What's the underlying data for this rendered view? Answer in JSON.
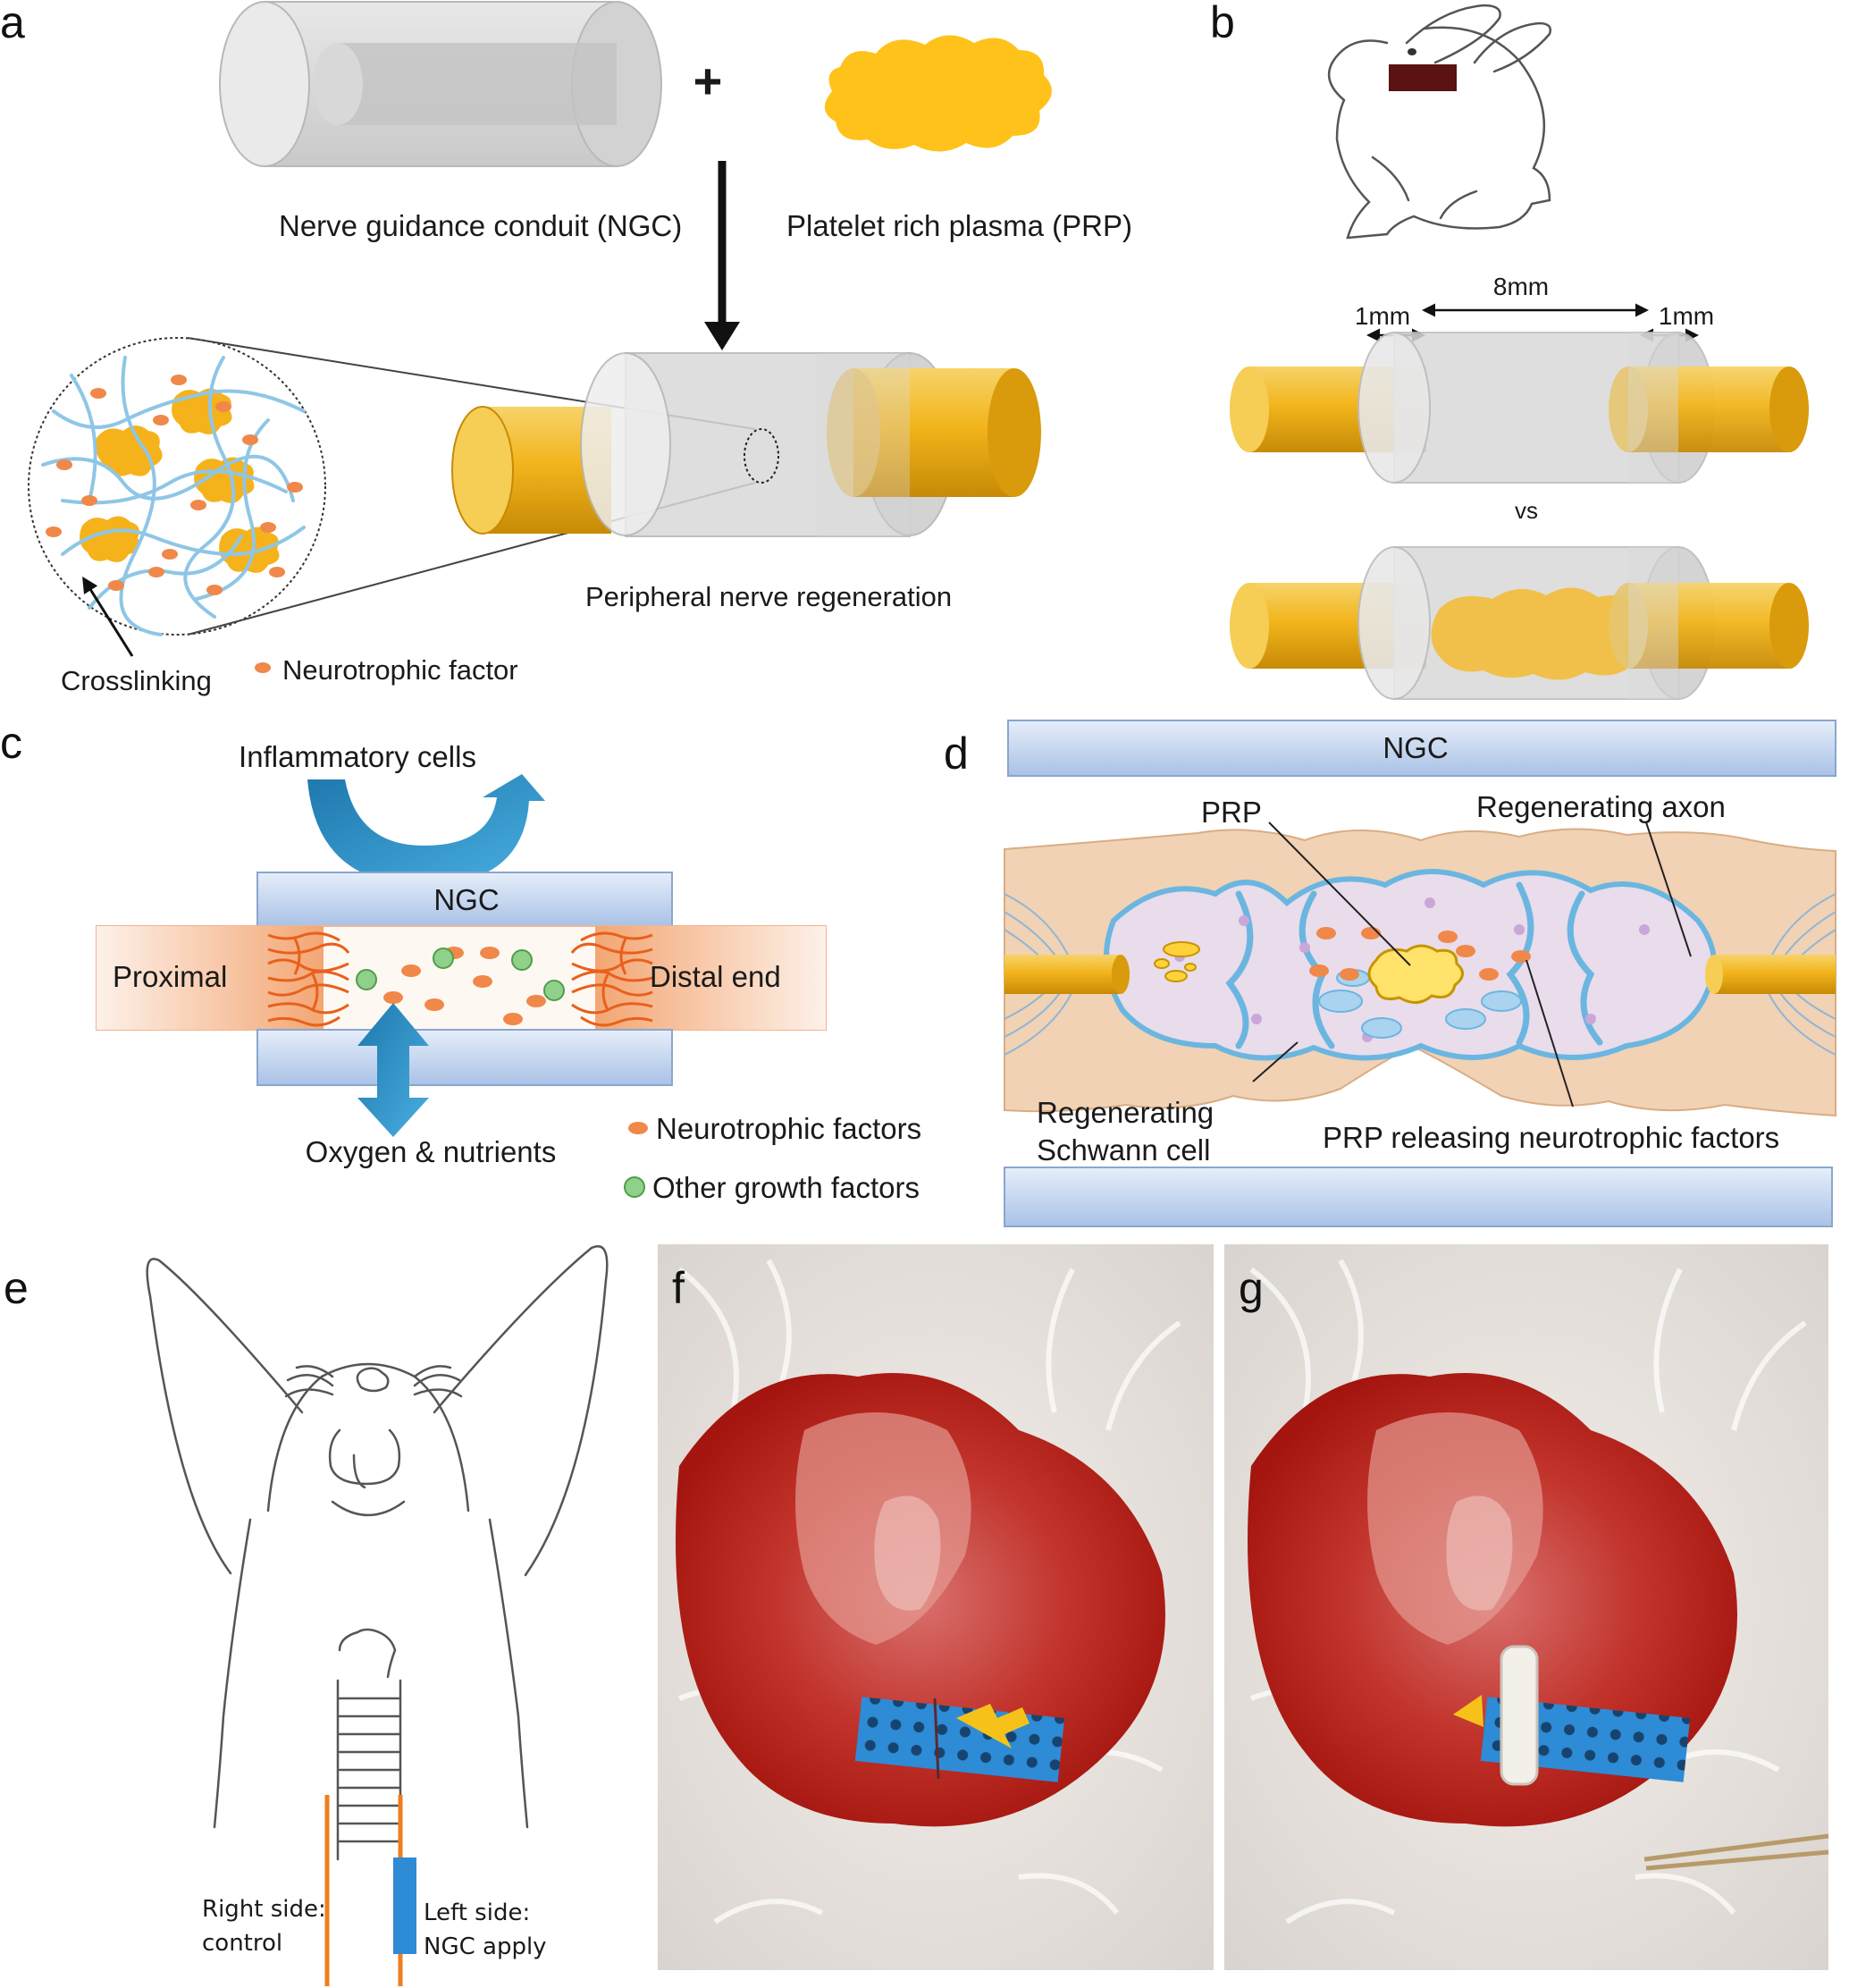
{
  "panels": {
    "a": {
      "letter": "a",
      "plus": "+",
      "ngc_label": "Nerve guidance conduit (NGC)",
      "prp_label": "Platelet rich plasma (PRP)",
      "regeneration_label": "Peripheral nerve regeneration",
      "crosslinking_label": "Crosslinking",
      "neurotrophic_label": "Neurotrophic factor"
    },
    "b": {
      "letter": "b",
      "gap_length": "8mm",
      "left_overlap": "1mm",
      "right_overlap": "1mm",
      "vs_label": "vs"
    },
    "c": {
      "letter": "c",
      "inflammatory_label": "Inflammatory cells",
      "ngc_label": "NGC",
      "proximal_label": "Proximal",
      "distal_label": "Distal end",
      "oxygen_label": "Oxygen & nutrients",
      "legend_neurotrophic": "Neurotrophic factors",
      "legend_other": "Other growth factors"
    },
    "d": {
      "letter": "d",
      "ngc_label": "NGC",
      "prp_label": "PRP",
      "axon_label": "Regenerating axon",
      "schwann_line1": "Regenerating",
      "schwann_line2": "Schwann cell",
      "releasing_label": "PRP releasing neurotrophic factors"
    },
    "e": {
      "letter": "e",
      "right_side_line1": "Right side:",
      "right_side_line2": "control",
      "left_side_line1": "Left side:",
      "left_side_line2": "NGC apply"
    },
    "f": {
      "letter": "f"
    },
    "g": {
      "letter": "g"
    }
  },
  "colors": {
    "nerve_gold": "#f2b51c",
    "prp_yellow": "#ffc21a",
    "conduit_gray": "#d9d9d9",
    "ngc_blue": "#bcd1ee",
    "factor_orange": "#f0884a",
    "growth_green": "#8fd18a",
    "arrow_blue": "#2a8cc4",
    "fiber_orange": "#e8601c",
    "fiber_blue": "#8ec6e6",
    "tissue_red": "#b8231e",
    "background_blue": "#2e8bd6",
    "schwann_blue": "#6bb6e0"
  }
}
